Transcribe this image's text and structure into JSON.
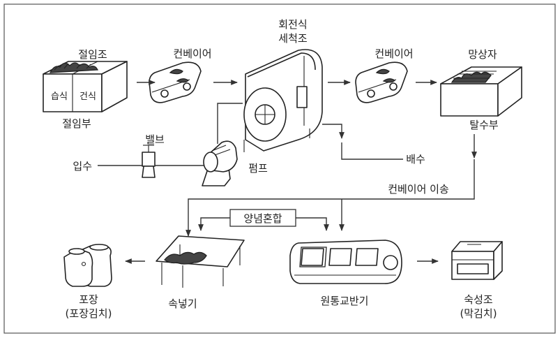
{
  "labels": {
    "salting_tank": "절임조",
    "wet": "습식",
    "dry": "건식",
    "salting_section": "절임부",
    "conveyor_1": "컨베이어",
    "rotary_washer_line1": "회전식",
    "rotary_washer_line2": "세척조",
    "conveyor_2": "컨베이어",
    "mesh_box": "망상자",
    "dewatering_section": "탈수부",
    "valve": "밸브",
    "water_inlet": "입수",
    "pump": "펌프",
    "drain": "배수",
    "conveyor_transfer": "컨베이어 이송",
    "seasoning_mix": "양념혼합",
    "packaging_line1": "포장",
    "packaging_line2": "(포장김치)",
    "stuffing": "속넣기",
    "drum_mixer": "원통교반기",
    "ripening_tank_line1": "숙성조",
    "ripening_tank_line2": "(막김치)"
  },
  "icons": [
    "salting-tank-icon",
    "conveyor-icon",
    "rotary-washer-icon",
    "mesh-box-icon",
    "valve-icon",
    "pump-icon",
    "packaging-bags-icon",
    "stuffing-table-icon",
    "drum-mixer-icon",
    "ripening-tank-icon"
  ]
}
